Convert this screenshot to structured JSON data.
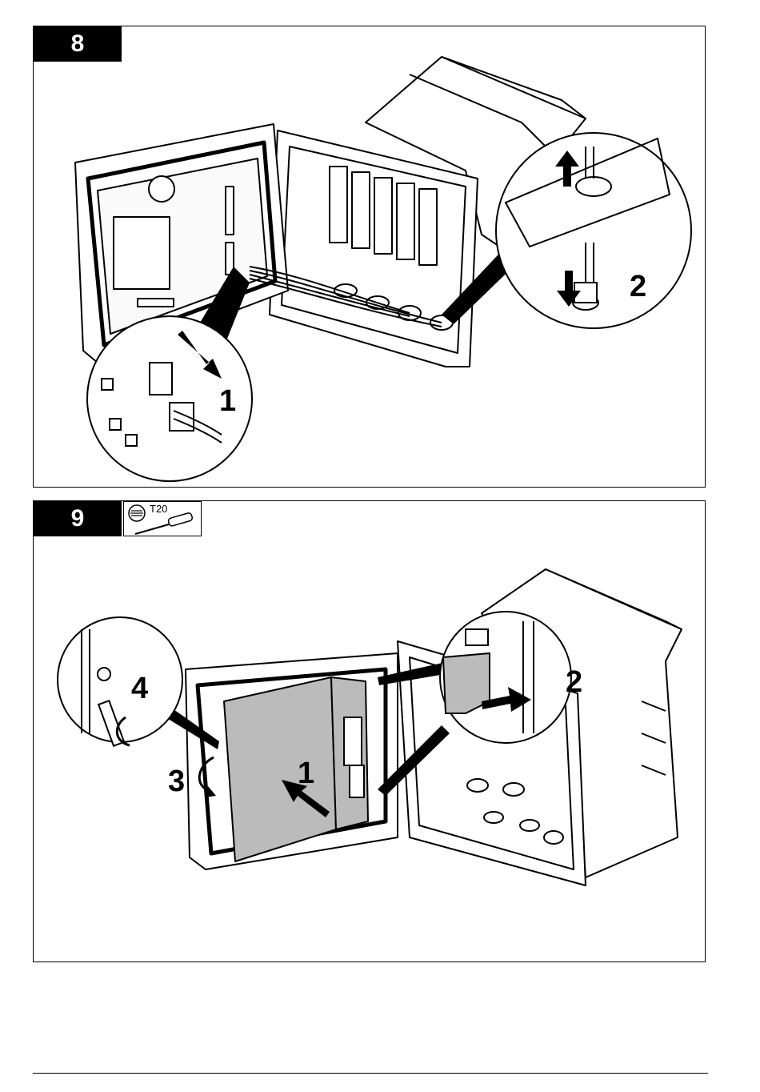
{
  "step8": {
    "number": "8",
    "callouts": [
      "1",
      "2"
    ]
  },
  "step9": {
    "number": "9",
    "tool_label": "T20",
    "tool_icon": "torx-screwdriver-icon",
    "callouts": [
      "1",
      "2",
      "3",
      "4"
    ]
  }
}
